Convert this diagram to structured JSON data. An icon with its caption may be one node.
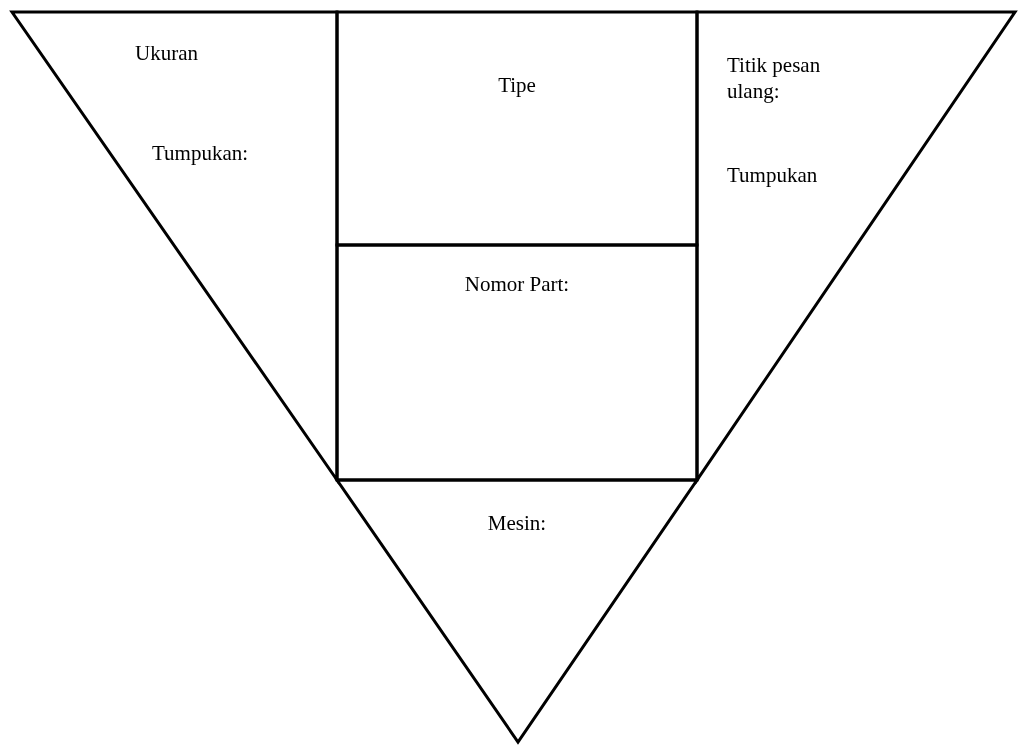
{
  "diagram": {
    "nodes": [
      {
        "text": [
          "Ukuran",
          "Tumpukan:"
        ]
      },
      {
        "text": [
          "Tipe"
        ]
      },
      {
        "text": [
          "Nomor Part:"
        ]
      },
      {
        "text": [
          "Titik pesan ulang:",
          "Tumpukan"
        ]
      },
      {
        "text": [
          "Mesin:"
        ]
      }
    ]
  }
}
